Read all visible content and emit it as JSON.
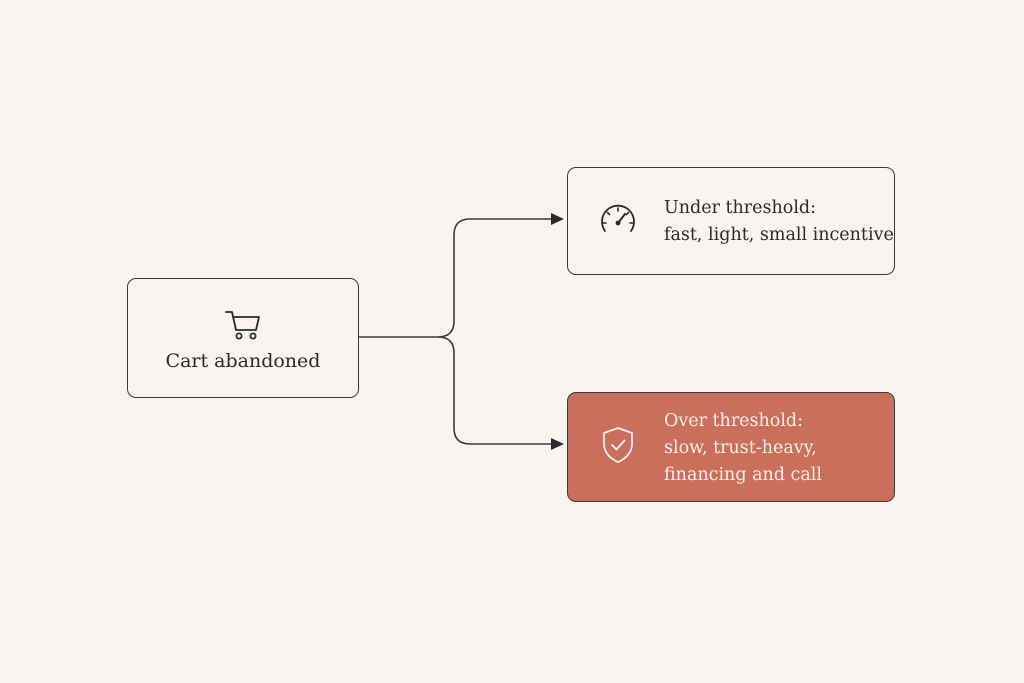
{
  "diagram": {
    "source": {
      "label": "Cart abandoned",
      "icon": "cart-icon"
    },
    "branches": [
      {
        "icon": "speedometer-icon",
        "lines": [
          "Under threshold:",
          "fast, light, small incentive"
        ],
        "fill": "#f8f5f1"
      },
      {
        "icon": "shield-check-icon",
        "lines": [
          "Over threshold:",
          "slow, trust-heavy,",
          "financing and call"
        ],
        "fill": "#c96f5c"
      }
    ]
  },
  "colors": {
    "background": "#f8f5f1",
    "stroke": "#3a3a3a",
    "accent": "#c96f5c",
    "accent_text": "#fbeee9"
  }
}
